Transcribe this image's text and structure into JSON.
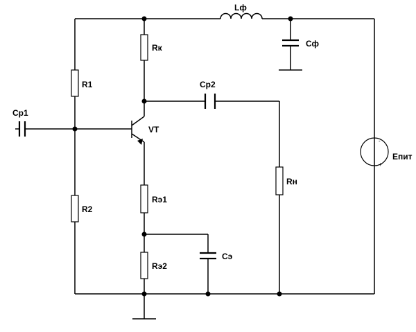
{
  "labels": {
    "l_filter": "Lф",
    "c_filter": "Сф",
    "r_collector": "Rк",
    "r1": "R1",
    "c_couple2": "Ср2",
    "c_couple1": "Ср1",
    "transistor": "VT",
    "supply": "Епит",
    "r_load": "Rн",
    "r2": "R2",
    "r_emitter1": "Rэ1",
    "r_emitter2": "Rэ2",
    "c_emitter": "Сэ",
    "supply_minus": "-",
    "supply_plus": "+"
  }
}
